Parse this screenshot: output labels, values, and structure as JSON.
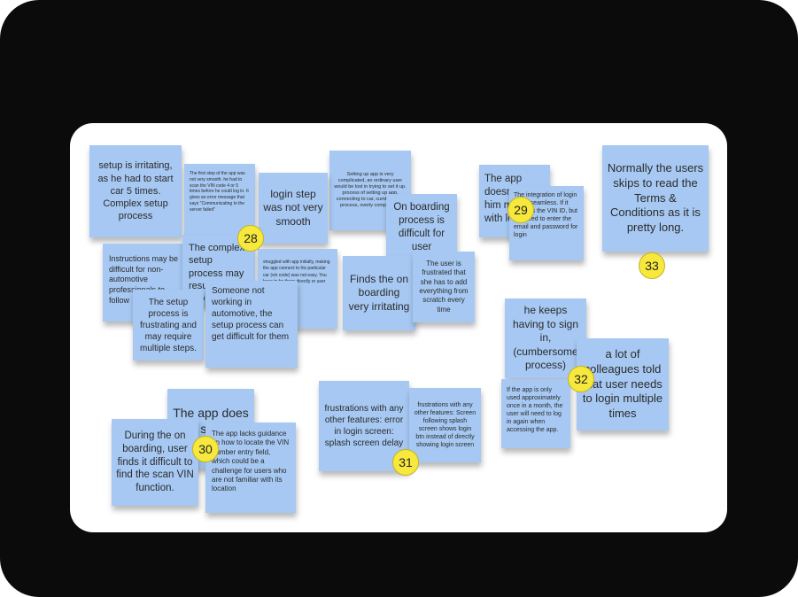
{
  "notes": {
    "n1": "setup is irritating, as he had to start car 5 times. Complex setup process",
    "n2": "The first step of the app was not very smooth. he had to scan the VIN code 4 or 5 times before he could log in. It gives an error message that says \"Communicating to the server failed\"",
    "n3": "login step was not very smooth",
    "n4": "Setting up app is very complicated, an ordinary user would be lost in trying to set it up. process of setting up app, connecting to car, cumbersome process, overly complicated",
    "n5": "On boarding process is difficult for user",
    "n6": "The app doesn't give him much with login",
    "n7": "The integration of login is not seamless. If it accepts the VIN ID, but still need to enter the email and password for login",
    "n8": "Normally the users skips to read the Terms & Conditions as it is pretty long.",
    "n9": "Instructions may be difficult for non-automotive professionals to follow",
    "n10": "The complex setup process may result in low adoption",
    "n11": "struggled with app initially, making the app connect to his particular car (vin code) was not easy. You have to be there directly or user needs to use app",
    "n12": "Finds the on boarding very irritating",
    "n13": "The user is frustrated that she has to add everything from scratch every time",
    "n14": "The setup process is frustrating and may require multiple steps.",
    "n15": "Someone not working in automotive, the setup process can get difficult for them",
    "n16": "he keeps having to sign in, (cumbersome process)",
    "n17": "a lot of colleagues told that user needs to login multiple times",
    "n18": "If the app is only used approximately once in a month, the user will need to log in again when accessing the app.",
    "n19": "The app does not support VIN",
    "n20": "During the on boarding, user finds it difficult to find the scan VIN function.",
    "n21": "The app lacks guidance on how to locate the VIN number entry field, which could be a challenge for users who are not familiar with its location",
    "n22": "frustrations with any other features: error in login screen: splash screen delay",
    "n23": "frustrations with any other features: Screen following splash screen shows login btn instead of directly showing login screen"
  },
  "badges": [
    "28",
    "29",
    "30",
    "31",
    "32",
    "33"
  ],
  "colors": {
    "frame": "#0b0b0b",
    "board": "#ffffff",
    "sticky_note": "#a6c8f2",
    "badge": "#f6e83d"
  }
}
